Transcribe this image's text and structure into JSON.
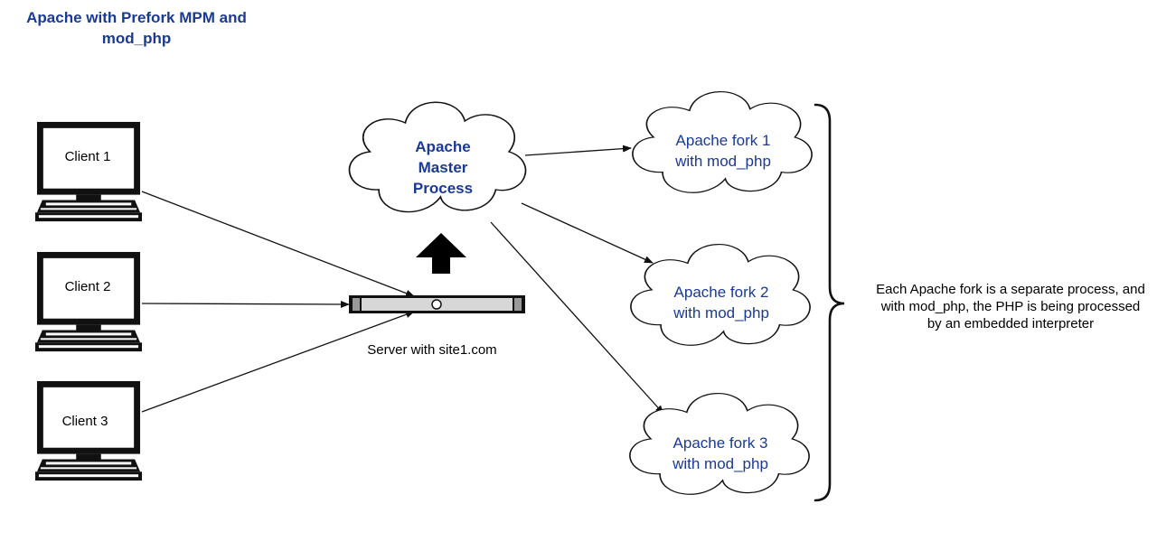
{
  "title_line1": "Apache with Prefork MPM and",
  "title_line2": "mod_php",
  "clients": [
    {
      "label": "Client 1"
    },
    {
      "label": "Client 2"
    },
    {
      "label": "Client 3"
    }
  ],
  "server_label": "Server with site1.com",
  "master": {
    "line1": "Apache",
    "line2": "Master",
    "line3": "Process"
  },
  "forks": [
    {
      "line1": "Apache fork 1",
      "line2": "with mod_php"
    },
    {
      "line1": "Apache fork 2",
      "line2": "with mod_php"
    },
    {
      "line1": "Apache fork 3",
      "line2": "with mod_php"
    }
  ],
  "note": {
    "line1": "Each Apache fork is a separate process, and",
    "line2": "with mod_php, the PHP is being processed",
    "line3": "by an embedded interpreter"
  },
  "colors": {
    "title": "#1a3a93",
    "cloud_text": "#1a3a93",
    "stroke": "#111111"
  }
}
